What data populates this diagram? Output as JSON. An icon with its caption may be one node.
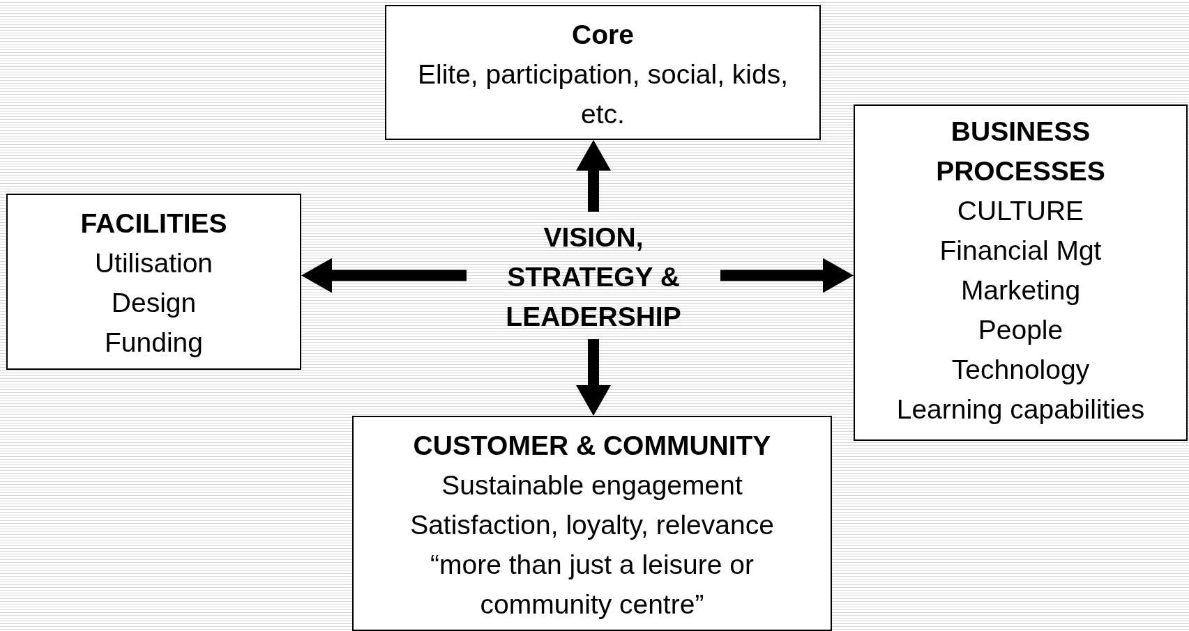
{
  "diagram": {
    "nodes": [
      {
        "text": [
          "Core",
          "Elite, participation, social, kids,  etc."
        ]
      },
      {
        "text": [
          "FACILITIES",
          "Utilisation",
          "Design",
          "Funding"
        ]
      },
      {
        "text": [
          "VISION, STRATEGY & LEADERSHIP"
        ]
      },
      {
        "text": [
          "BUSINESS PROCESSES",
          "CULTURE",
          "Financial Mgt",
          "Marketing",
          "People",
          "Technology",
          "Learning capabilities"
        ]
      },
      {
        "text": [
          "CUSTOMER & COMMUNITY",
          "Sustainable engagement",
          "Satisfaction, loyalty, relevance",
          "“more than just a leisure or community centre”"
        ]
      }
    ],
    "edges": [
      {
        "from": 2,
        "to": 0,
        "arrow": "to"
      },
      {
        "from": 2,
        "to": 1,
        "arrow": "to"
      },
      {
        "from": 2,
        "to": 3,
        "arrow": "to"
      },
      {
        "from": 2,
        "to": 4,
        "arrow": "to"
      }
    ]
  }
}
